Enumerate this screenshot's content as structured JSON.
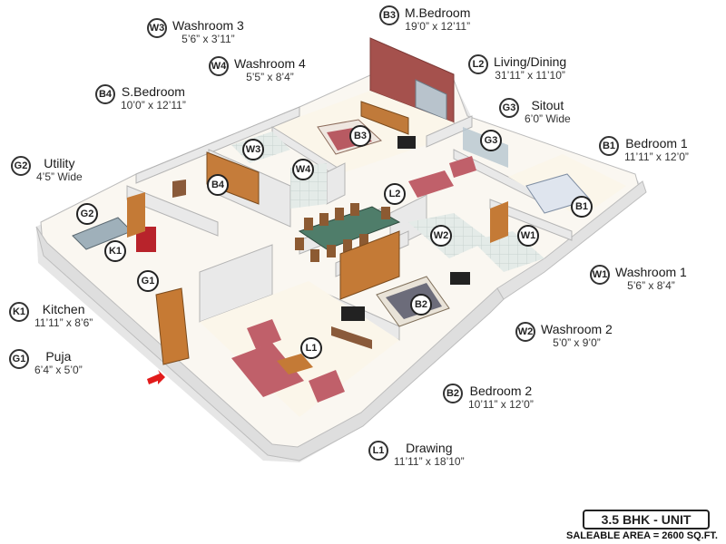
{
  "unit": {
    "type_label": "3.5 BHK - UNIT",
    "saleable_area": "SALEABLE AREA = 2600 SQ.FT."
  },
  "rooms": {
    "W3": {
      "code": "W3",
      "name": "Washroom 3",
      "dims": "5’6” x 3’11”"
    },
    "B3": {
      "code": "B3",
      "name": "M.Bedroom",
      "dims": "19’0” x 12’11”"
    },
    "W4": {
      "code": "W4",
      "name": "Washroom 4",
      "dims": "5’5” x 8’4”"
    },
    "L2": {
      "code": "L2",
      "name": "Living/Dining",
      "dims": "31’11” x 11’10”"
    },
    "B4": {
      "code": "B4",
      "name": "S.Bedroom",
      "dims": "10’0” x 12’11”"
    },
    "G3": {
      "code": "G3",
      "name": "Sitout",
      "dims": "6’0” Wide"
    },
    "B1": {
      "code": "B1",
      "name": "Bedroom 1",
      "dims": "11’11” x 12’0”"
    },
    "G2": {
      "code": "G2",
      "name": "Utility",
      "dims": "4’5” Wide"
    },
    "W1": {
      "code": "W1",
      "name": "Washroom 1",
      "dims": "5’6” x 8’4”"
    },
    "K1": {
      "code": "K1",
      "name": "Kitchen",
      "dims": "11’11” x 8’6”"
    },
    "W2": {
      "code": "W2",
      "name": "Washroom 2",
      "dims": "5’0” x 9’0”"
    },
    "G1": {
      "code": "G1",
      "name": "Puja",
      "dims": "6’4” x 5’0”"
    },
    "B2": {
      "code": "B2",
      "name": "Bedroom 2",
      "dims": "10’11” x 12’0”"
    },
    "L1": {
      "code": "L1",
      "name": "Drawing",
      "dims": "11’11” x 18’10”"
    }
  },
  "colors": {
    "wall_top": "#eeeeee",
    "wall_side": "#d9d9d9",
    "floor": "#fbf8f2",
    "accent_wall": "#a5514d",
    "wood": "#c47a36",
    "sofa": "#c0606a",
    "glass": "#aab8c2",
    "tile": "#dfe7e4",
    "entry_arrow": "#e21b1b"
  }
}
